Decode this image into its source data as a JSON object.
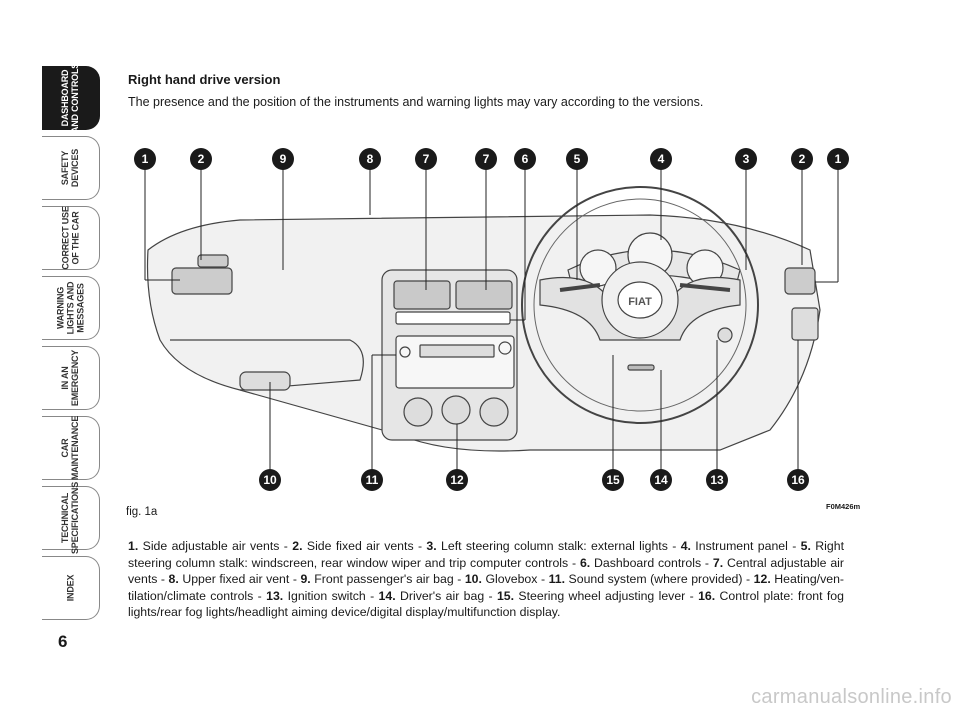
{
  "tabs": [
    {
      "label": "DASHBOARD\nAND CONTROLS",
      "active": true
    },
    {
      "label": "SAFETY\nDEVICES",
      "active": false
    },
    {
      "label": "CORRECT USE\nOF THE CAR",
      "active": false
    },
    {
      "label": "WARNING\nLIGHTS AND\nMESSAGES",
      "active": false
    },
    {
      "label": "IN AN\nEMERGENCY",
      "active": false
    },
    {
      "label": "CAR\nMAINTENANCE",
      "active": false
    },
    {
      "label": "TECHNICAL\nSPECIFICATIONS",
      "active": false
    },
    {
      "label": "INDEX",
      "active": false
    }
  ],
  "page_number": "6",
  "heading": "Right hand drive version",
  "intro": "The presence and the position of the instruments and warning lights may vary according to the versions.",
  "figure": {
    "callouts_top": [
      "1",
      "2",
      "9",
      "8",
      "7",
      "7",
      "6",
      "5",
      "4",
      "3",
      "2",
      "1"
    ],
    "callouts_bottom": [
      "10",
      "11",
      "12",
      "15",
      "14",
      "13",
      "16"
    ],
    "badge": "FIAT",
    "code": "F0M426m",
    "label": "fig. 1a"
  },
  "caption_items": [
    {
      "n": "1.",
      "text": " Side adjustable air vents - "
    },
    {
      "n": "2.",
      "text": " Side fixed air vents - "
    },
    {
      "n": "3.",
      "text": " Left steering column stalk: external lights - "
    },
    {
      "n": "4.",
      "text": " Instrument panel - "
    },
    {
      "n": "5.",
      "text": " Right steering column stalk: windscreen, rear window wiper and trip computer controls - "
    },
    {
      "n": "6.",
      "text": " Dashboard controls - "
    },
    {
      "n": "7.",
      "text": " Central adjustable air vents - "
    },
    {
      "n": "8.",
      "text": " Upper fixed air vent - "
    },
    {
      "n": "9.",
      "text": " Front passenger's air bag - "
    },
    {
      "n": "10.",
      "text": " Glovebox - "
    },
    {
      "n": "11.",
      "text": " Sound system (where provided) -  "
    },
    {
      "n": "12.",
      "text": " Heating/ven-tilation/climate controls - "
    },
    {
      "n": "13.",
      "text": " Ignition switch - "
    },
    {
      "n": "14.",
      "text": " Driver's air bag - "
    },
    {
      "n": "15.",
      "text": " Steering wheel adjusting lever - "
    },
    {
      "n": "16.",
      "text": " Control plate: front fog lights/rear fog lights/headlight aiming device/digital display/multifunction display."
    }
  ],
  "watermark": "carmanualsonline.info"
}
